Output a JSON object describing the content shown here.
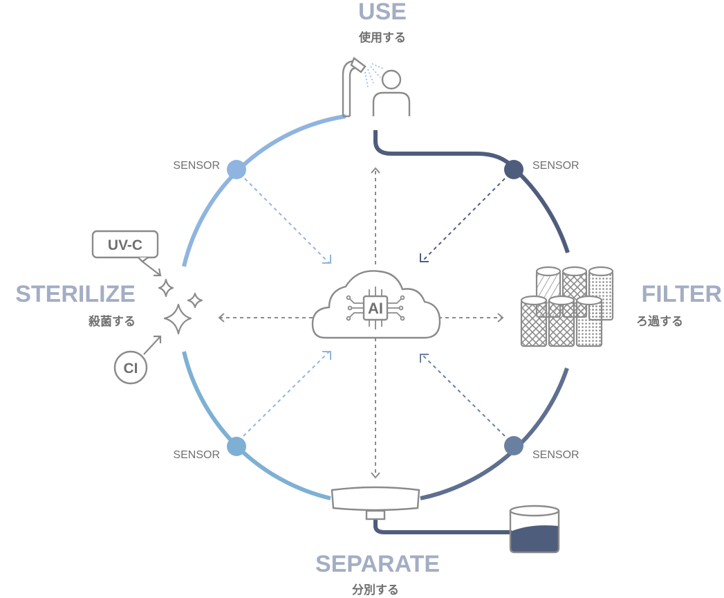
{
  "stages": {
    "use": {
      "title": "USE",
      "subtitle": "使用する"
    },
    "filter": {
      "title": "FILTER",
      "subtitle": "ろ過する"
    },
    "separate": {
      "title": "SEPARATE",
      "subtitle": "分別する"
    },
    "sterilize": {
      "title": "STERILIZE",
      "subtitle": "殺菌する"
    }
  },
  "sensors": [
    {
      "id": "top-left",
      "label": "SENSOR",
      "color": "#8fb4e0"
    },
    {
      "id": "top-right",
      "label": "SENSOR",
      "color": "#4f5d7d"
    },
    {
      "id": "bottom-right",
      "label": "SENSOR",
      "color": "#6a80a0"
    },
    {
      "id": "bottom-left",
      "label": "SENSOR",
      "color": "#7eb0d4"
    }
  ],
  "tags": {
    "uvc": "UV-C",
    "ci": "CI"
  },
  "hub": {
    "label": "AI"
  },
  "colors": {
    "accent_light": "#8fb4e0",
    "accent_dark": "#4f5d7d",
    "accent_mid": "#6a80a0",
    "icon_gray": "#8a8a8a",
    "title_gray": "#a3adc4",
    "water": "#4f5d7d"
  },
  "icons": [
    "shower-icon",
    "person-icon",
    "filter-cartridges-icon",
    "separator-tray-icon",
    "water-tank-icon",
    "sparkle-icon",
    "ai-cloud-chip-icon"
  ]
}
